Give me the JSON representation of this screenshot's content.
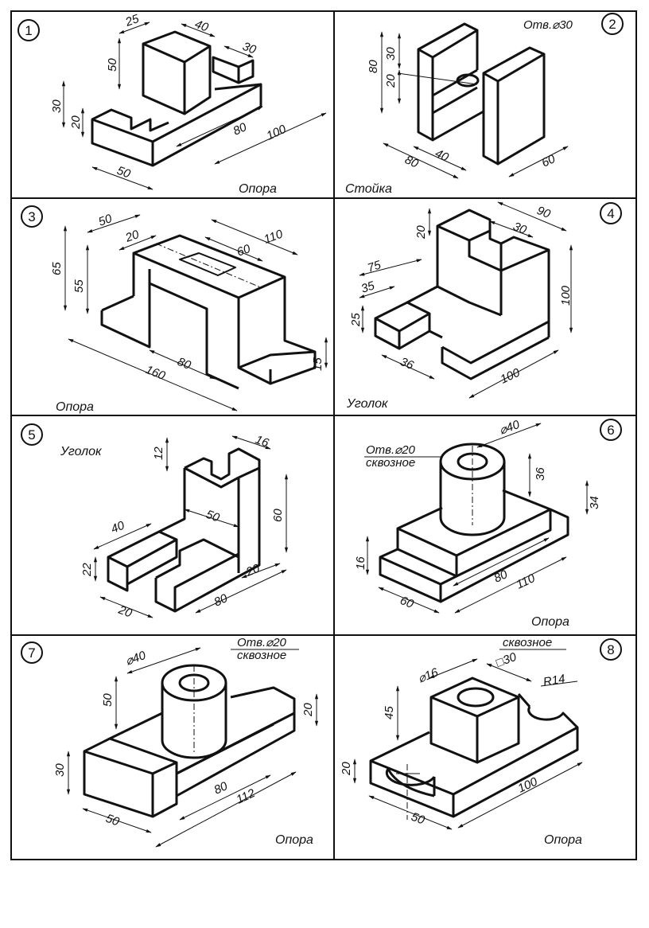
{
  "cells": [
    {
      "number": "1",
      "caption": "Опора",
      "dims": [
        "25",
        "40",
        "30",
        "50",
        "30",
        "20",
        "80",
        "100",
        "50"
      ],
      "notes": []
    },
    {
      "number": "2",
      "caption": "Стойка",
      "dims": [
        "80",
        "30",
        "20",
        "40",
        "80",
        "60"
      ],
      "notes": [
        "Отв.⌀30"
      ]
    },
    {
      "number": "3",
      "caption": "Опора",
      "dims": [
        "50",
        "20",
        "110",
        "60",
        "65",
        "55",
        "80",
        "160",
        "15"
      ],
      "notes": []
    },
    {
      "number": "4",
      "caption": "Уголок",
      "dims": [
        "90",
        "20",
        "30",
        "75",
        "35",
        "100",
        "25",
        "36",
        "100"
      ],
      "notes": []
    },
    {
      "number": "5",
      "caption": "Уголок",
      "dims": [
        "16",
        "12",
        "50",
        "60",
        "40",
        "22",
        "20",
        "80",
        "20"
      ],
      "notes": []
    },
    {
      "number": "6",
      "caption": "Опора",
      "dims": [
        "⌀40",
        "36",
        "34",
        "16",
        "80",
        "110",
        "60"
      ],
      "notes": [
        "Отв.⌀20",
        "сквозное"
      ]
    },
    {
      "number": "7",
      "caption": "Опора",
      "dims": [
        "⌀40",
        "50",
        "20",
        "30",
        "80",
        "112",
        "50"
      ],
      "notes": [
        "Отв.⌀20",
        "сквозное"
      ]
    },
    {
      "number": "8",
      "caption": "Опора",
      "dims": [
        "⌀16",
        "□30",
        "R14",
        "45",
        "20",
        "100",
        "50"
      ],
      "notes": [
        "сквозное"
      ]
    }
  ]
}
